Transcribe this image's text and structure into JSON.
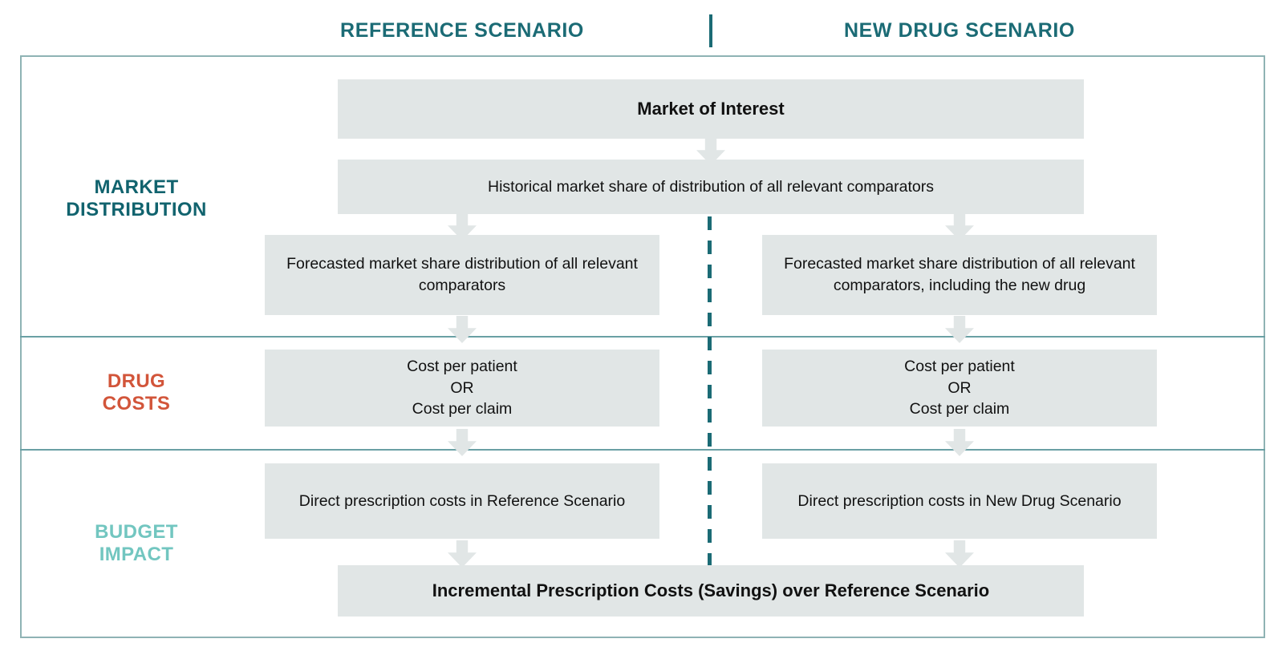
{
  "header": {
    "left_scenario": "REFERENCE SCENARIO",
    "right_scenario": "NEW DRUG SCENARIO"
  },
  "stages": [
    {
      "id": "market-distribution",
      "label": "MARKET\nDISTRIBUTION",
      "color": "#11636e"
    },
    {
      "id": "drug-costs",
      "label": "DRUG\nCOSTS",
      "color": "#d2553a"
    },
    {
      "id": "budget-impact",
      "label": "BUDGET\nIMPACT",
      "color": "#72c6c0"
    }
  ],
  "boxes": {
    "market_of_interest": "Market of Interest",
    "historical_market_share": "Historical market share of distribution of all relevant comparators",
    "forecast_left": "Forecasted market share distribution of all relevant comparators",
    "forecast_right": "Forecasted market share distribution of all relevant comparators, including the new drug",
    "cost_left": "Cost per patient\nOR\nCost per claim",
    "cost_right": "Cost per patient\nOR\nCost per claim",
    "direct_left": "Direct prescription costs in Reference Scenario",
    "direct_right": "Direct prescription costs in New Drug Scenario",
    "incremental": "Incremental Prescription Costs (Savings) over Reference Scenario"
  },
  "colors": {
    "teal_dark": "#1b6b75",
    "teal_border": "#8fb3b4",
    "teal_light": "#72c6c0",
    "orange": "#d2553a",
    "box_fill": "#e1e6e6",
    "text": "#111111"
  }
}
